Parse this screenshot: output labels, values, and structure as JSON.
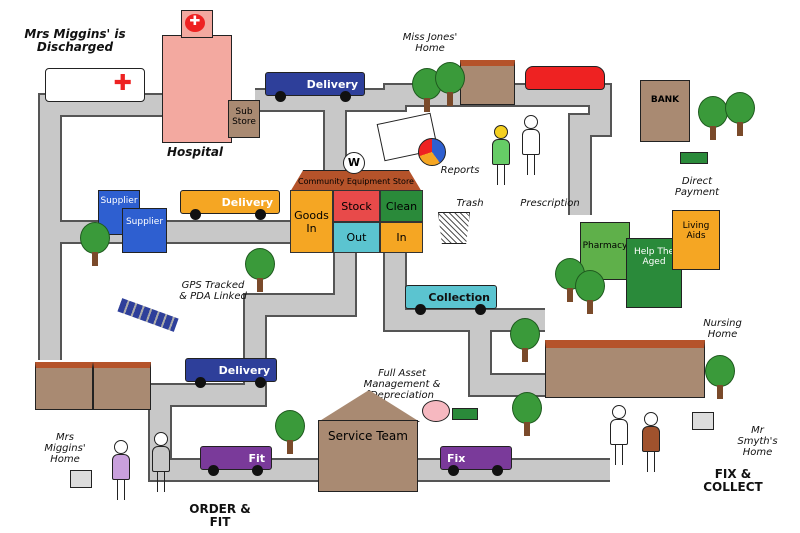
{
  "labels": {
    "discharged": "Mrs Miggins' is Discharged",
    "hospital": "Hospital",
    "sub_store": "Sub Store",
    "miss_jones_home": "Miss Jones' Home",
    "bank": "BANK",
    "reports": "Reports",
    "prescription": "Prescription",
    "trash": "Trash",
    "direct_payment": "Direct Payment",
    "gps": "GPS Tracked & PDA Linked",
    "nursing_home": "Nursing Home",
    "asset_mgmt": "Full Asset Management & Depreciation",
    "mrs_miggins_home": "Mrs Miggins' Home",
    "mr_smyth_home": "Mr Smyth's Home",
    "fix_collect": "FIX & COLLECT",
    "order_fit": "ORDER & FIT"
  },
  "store": {
    "title": "Community Equipment Store",
    "logo": "W",
    "cells": {
      "goods_in": "Goods In",
      "stock": "Stock",
      "clean": "Clean",
      "out": "Out",
      "in": "In"
    }
  },
  "buildings": {
    "supplier_1": "Supplier",
    "supplier_2": "Supplier",
    "pharmacy": "Pharmacy",
    "help_the_aged": "Help The Aged",
    "living_aids": "Living Aids",
    "service_team": "Service Team"
  },
  "vehicles": {
    "delivery_top": "Delivery",
    "delivery_supplier": "Delivery",
    "delivery_bottom": "Delivery",
    "collection": "Collection",
    "fit": "Fit",
    "fix": "Fix"
  },
  "colors": {
    "road": "#c8c8c8",
    "delivery": "#2e3f9a",
    "orange": "#f5a623",
    "collection": "#5bc4d0",
    "purple": "#7a3a9a",
    "green": "#2a8a3a",
    "brown": "#a98a72",
    "hospital": "#f3a9a0"
  }
}
